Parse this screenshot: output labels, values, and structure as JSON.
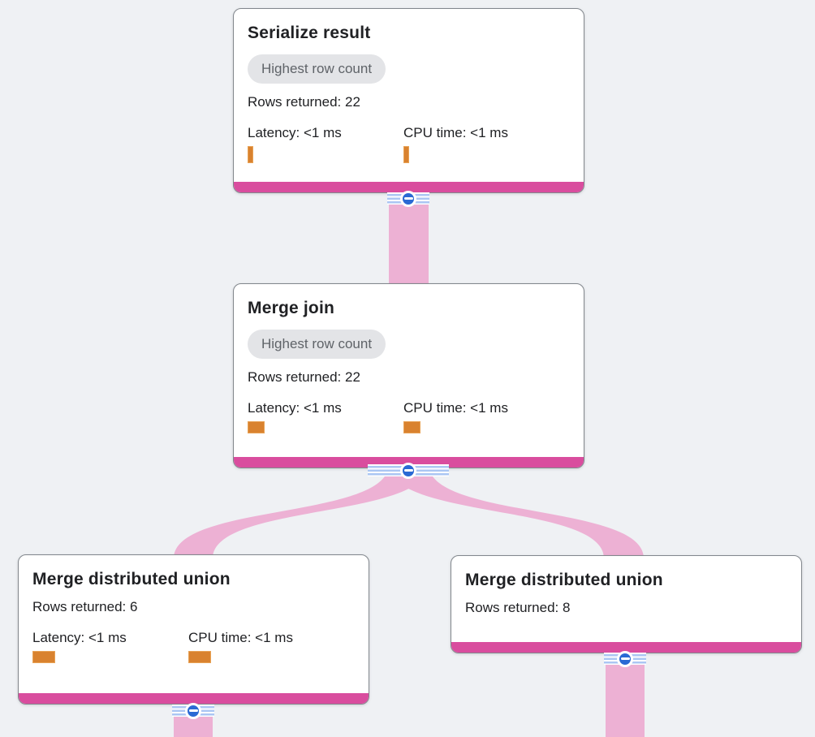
{
  "colors": {
    "background": "#eff1f4",
    "card_background": "#ffffff",
    "card_border": "#82878d",
    "accent_magenta": "#d94d9e",
    "link_pink": "#edb1d4",
    "metric_bar_orange": "#d9822f",
    "collapse_button_blue": "#2a6ad4",
    "stripe_blue": "#abc6f3",
    "badge_background": "#e3e4e7",
    "badge_text": "#5f6368",
    "text": "#202124"
  },
  "icons": {
    "collapse_button": "minus-icon"
  },
  "nodes": [
    {
      "title": "Serialize result",
      "badge": "Highest row count",
      "rows_returned": "Rows returned: 22",
      "latency": "Latency: <1 ms",
      "cpu": "CPU time: <1 ms",
      "latency_bar_style": "width:7px;height:21px",
      "cpu_bar_style": "width:7px;height:21px"
    },
    {
      "title": "Merge join",
      "badge": "Highest row count",
      "rows_returned": "Rows returned: 22",
      "latency": "Latency: <1 ms",
      "cpu": "CPU time: <1 ms",
      "latency_bar_style": "width:21px;height:15px",
      "cpu_bar_style": "width:21px;height:15px"
    },
    {
      "title": "Merge distributed union",
      "rows_returned": "Rows returned: 6",
      "latency": "Latency: <1 ms",
      "cpu": "CPU time: <1 ms",
      "latency_bar_style": "width:28px;height:15px",
      "cpu_bar_style": "width:28px;height:15px"
    },
    {
      "title": "Merge distributed union",
      "rows_returned": "Rows returned: 8"
    }
  ]
}
